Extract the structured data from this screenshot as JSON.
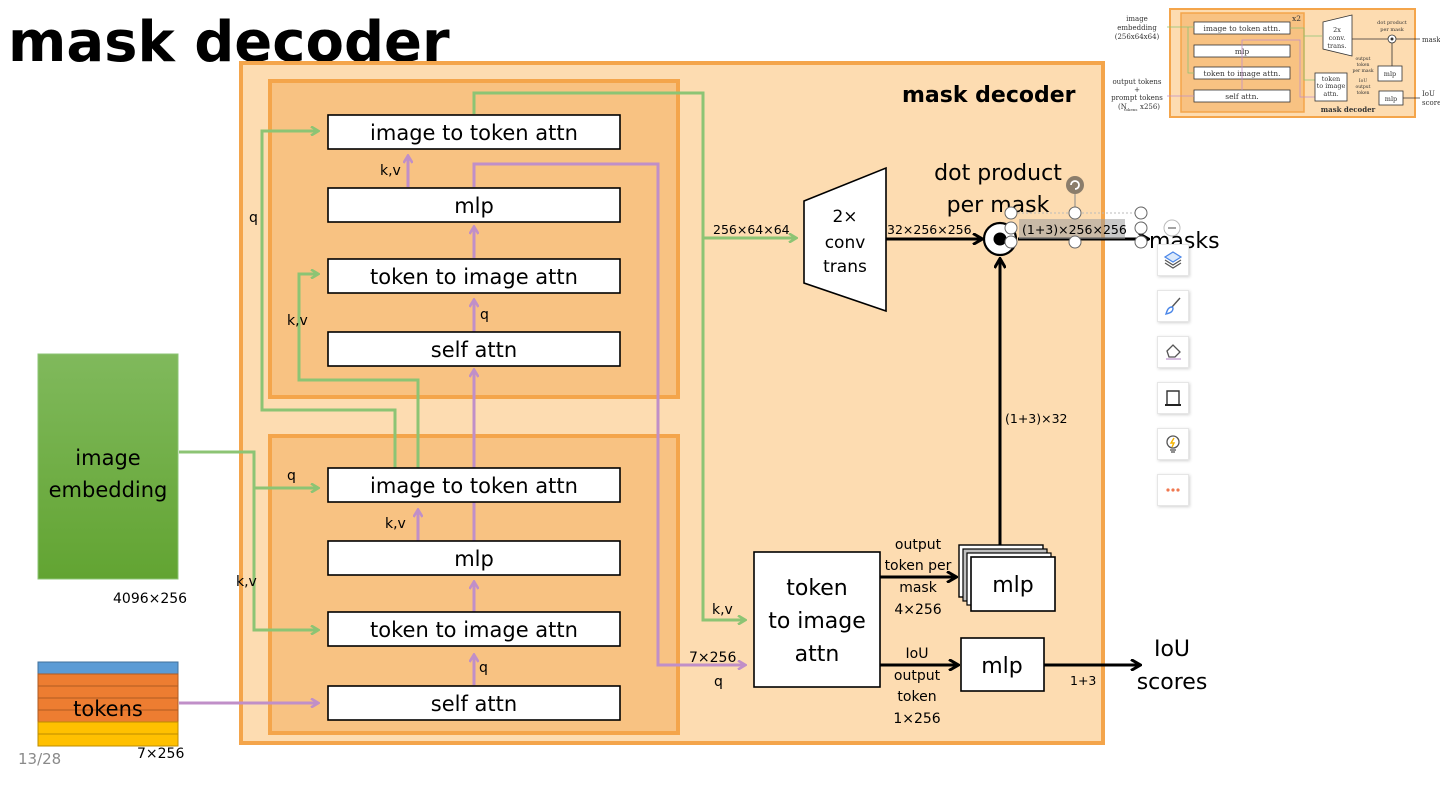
{
  "slide": {
    "title": "mask decoder",
    "page_number": "13/28"
  },
  "colors": {
    "outer_fill": "#FDDCB1",
    "outer_border": "#F4A54B",
    "inner_fill": "#F8C282",
    "green_arrow": "#8CC474",
    "purple_arrow": "#C08FC8",
    "embedding_green": "#6AAE3E",
    "token_blue": "#5B9BD5",
    "token_orange": "#ED7D31",
    "token_yellow": "#FFC000"
  },
  "inputs": {
    "image_embedding": {
      "line1": "image",
      "line2": "embedding",
      "shape": "4096×256"
    },
    "tokens": {
      "label": "tokens",
      "shape": "7×256"
    }
  },
  "decoder": {
    "label": "mask decoder",
    "upper_block": {
      "layers": [
        "image to token attn",
        "mlp",
        "token to image attn",
        "self attn"
      ]
    },
    "lower_block": {
      "layers": [
        "image to token attn",
        "mlp",
        "token to image attn",
        "self attn"
      ]
    },
    "edge_labels": {
      "q": "q",
      "kv": "k,v"
    },
    "conv_trans": {
      "line1": "2×",
      "line2": "conv",
      "line3": "trans",
      "in_shape": "256×64×64",
      "out_shape": "32×256×256"
    },
    "dot_product": {
      "line1": "dot product",
      "line2": "per mask",
      "out_shape": "(1+3)×256×256"
    },
    "final_attn": {
      "line1": "token",
      "line2": "to image",
      "line3": "attn",
      "kv": "k,v",
      "q_shape": "7×256",
      "q": "q"
    },
    "mask_mlp": {
      "label": "mlp",
      "in_line1": "output",
      "in_line2": "token per",
      "in_line3": "mask",
      "in_line4": "4×256",
      "out_shape": "(1+3)×32"
    },
    "iou_mlp": {
      "label": "mlp",
      "in_line1": "IoU",
      "in_line2": "output",
      "in_line3": "token",
      "in_line4": "1×256",
      "out_shape": "1+3"
    }
  },
  "outputs": {
    "masks": "masks",
    "iou_line1": "IoU",
    "iou_line2": "scores"
  },
  "reference_thumbnail": {
    "input1_line1": "image",
    "input1_line2": "embedding",
    "input1_line3": "(256x64x64)",
    "input2_line1": "output tokens",
    "input2_line2": "+",
    "input2_line3": "prompt tokens",
    "input2_line4": "(N",
    "input2_sub": "tokens",
    "input2_line4b": "x256)",
    "repeat": "x2",
    "layers": [
      "image to token attn.",
      "mlp",
      "token to image attn.",
      "self attn."
    ],
    "conv": [
      "2x",
      "conv.",
      "trans."
    ],
    "dot": [
      "dot product",
      "per mask"
    ],
    "attn": [
      "token",
      "to image",
      "attn."
    ],
    "token_per_mask": [
      "output",
      "token",
      "per mask"
    ],
    "iou_token": [
      "IoU",
      "output",
      "token"
    ],
    "mlp": "mlp",
    "out_mask": "mask",
    "out_iou1": "IoU",
    "out_iou2": "score",
    "label": "mask decoder"
  },
  "toolbar": {
    "items": [
      "layers-icon",
      "brush-icon",
      "eraser-icon",
      "frame-icon",
      "lightbulb-icon",
      "more-icon"
    ]
  }
}
